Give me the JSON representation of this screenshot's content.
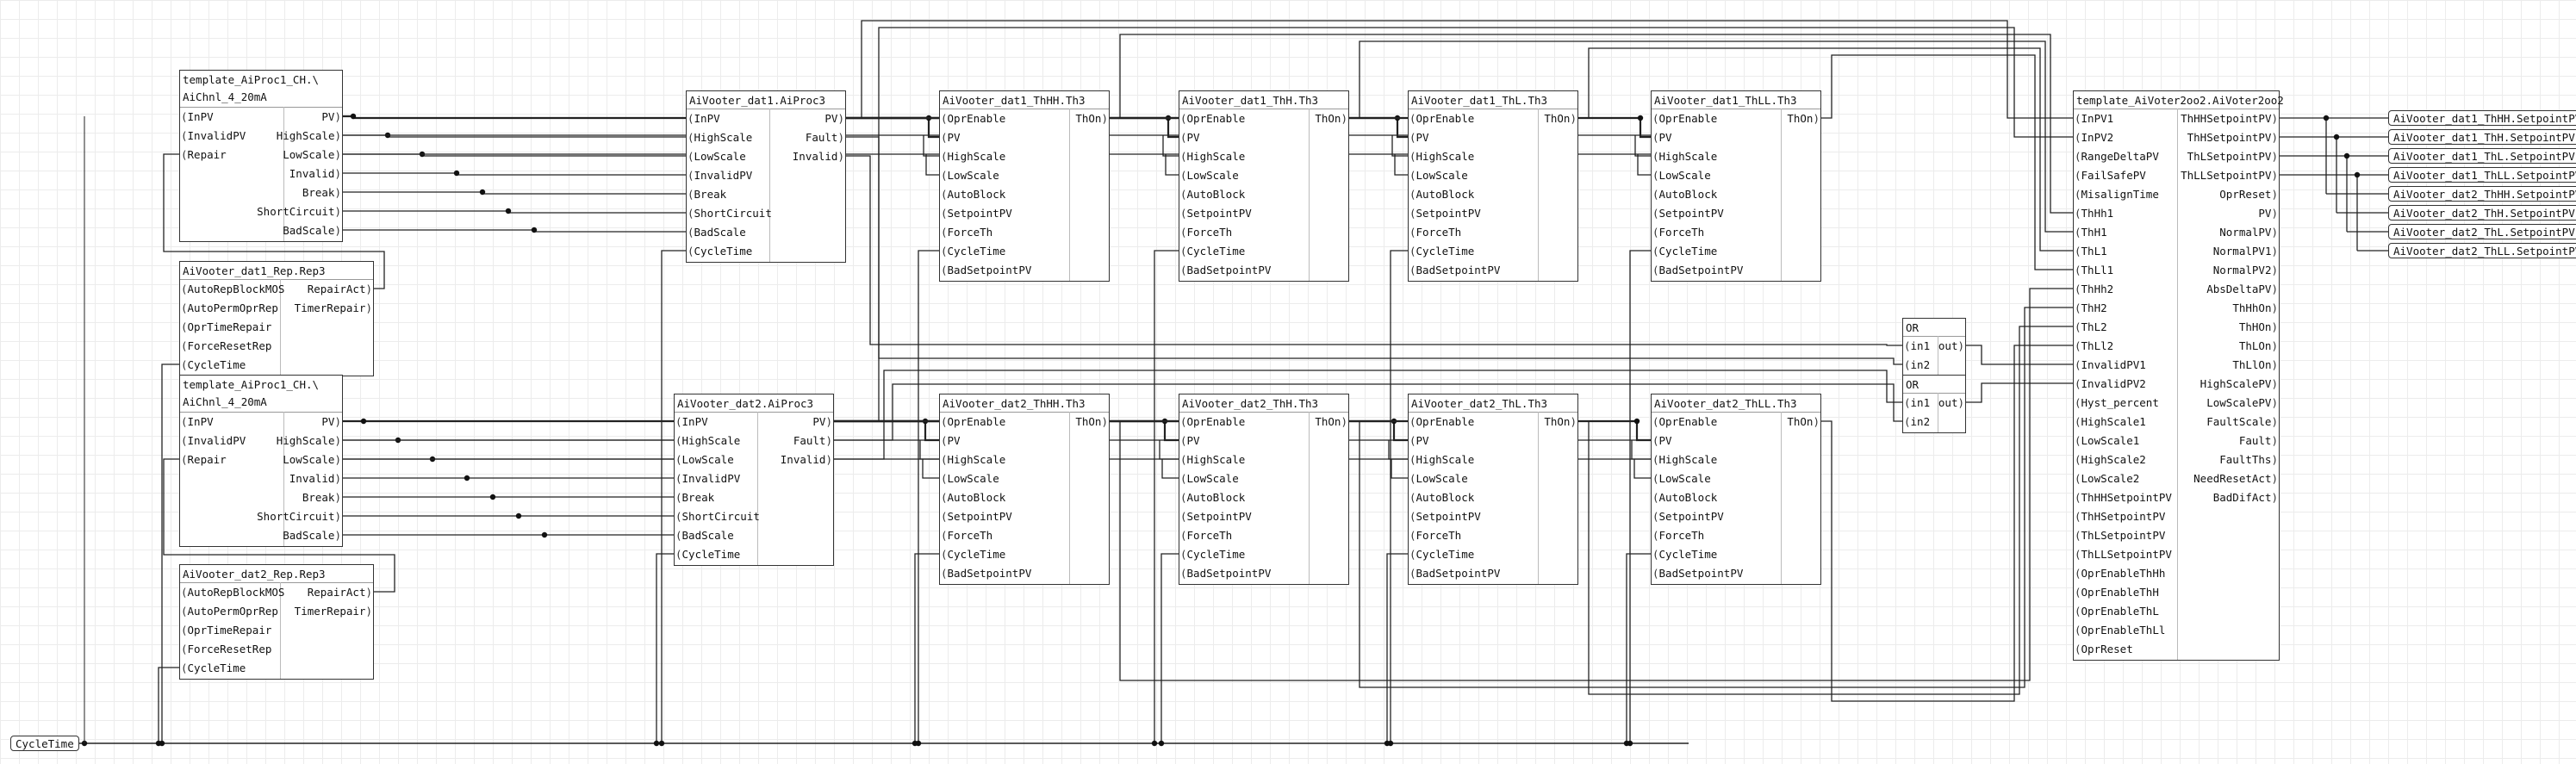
{
  "cycle_time_input": "CycleTime",
  "outputs": [
    "AiVooter_dat1_ThHH.SetpointPV",
    "AiVooter_dat1_ThH.SetpointPV",
    "AiVooter_dat1_ThL.SetpointPV",
    "AiVooter_dat1_ThLL.SetpointPV",
    "AiVooter_dat2_ThHH.SetpointPV",
    "AiVooter_dat2_ThH.SetpointPV",
    "AiVooter_dat2_ThL.SetpointPV",
    "AiVooter_dat2_ThLL.SetpointPV"
  ],
  "blocks": [
    {
      "id": "ch1",
      "title": [
        "template_AiProc1_CH.\\",
        "AiChnl_4_20mA"
      ],
      "in": [
        "InPV",
        "InvalidPV",
        "Repair"
      ],
      "out": [
        "PV",
        "HighScale",
        "LowScale",
        "Invalid",
        "Break",
        "ShortCircuit",
        "BadScale"
      ]
    },
    {
      "id": "rep1",
      "title": [
        "AiVooter_dat1_Rep.Rep3"
      ],
      "in": [
        "AutoRepBlockMOS",
        "AutoPermOprRep",
        "OprTimeRepair",
        "ForceResetRep",
        "CycleTime"
      ],
      "out": [
        "RepairAct",
        "TimerRepair"
      ]
    },
    {
      "id": "ch2",
      "title": [
        "template_AiProc1_CH.\\",
        "AiChnl_4_20mA"
      ],
      "in": [
        "InPV",
        "InvalidPV",
        "Repair"
      ],
      "out": [
        "PV",
        "HighScale",
        "LowScale",
        "Invalid",
        "Break",
        "ShortCircuit",
        "BadScale"
      ]
    },
    {
      "id": "rep2",
      "title": [
        "AiVooter_dat2_Rep.Rep3"
      ],
      "in": [
        "AutoRepBlockMOS",
        "AutoPermOprRep",
        "OprTimeRepair",
        "ForceResetRep",
        "CycleTime"
      ],
      "out": [
        "RepairAct",
        "TimerRepair"
      ]
    },
    {
      "id": "proc1",
      "title": [
        "AiVooter_dat1.AiProc3"
      ],
      "in": [
        "InPV",
        "HighScale",
        "LowScale",
        "InvalidPV",
        "Break",
        "ShortCircuit",
        "BadScale",
        "CycleTime"
      ],
      "out": [
        "PV",
        "Fault",
        "Invalid"
      ]
    },
    {
      "id": "proc2",
      "title": [
        "AiVooter_dat2.AiProc3"
      ],
      "in": [
        "InPV",
        "HighScale",
        "LowScale",
        "InvalidPV",
        "Break",
        "ShortCircuit",
        "BadScale",
        "CycleTime"
      ],
      "out": [
        "PV",
        "Fault",
        "Invalid"
      ]
    },
    {
      "id": "th1hh",
      "title": [
        "AiVooter_dat1_ThHH.Th3"
      ],
      "in": [
        "OprEnable",
        "PV",
        "HighScale",
        "LowScale",
        "AutoBlock",
        "SetpointPV",
        "ForceTh",
        "CycleTime",
        "BadSetpointPV"
      ],
      "out": [
        "ThOn"
      ]
    },
    {
      "id": "th1h",
      "title": [
        "AiVooter_dat1_ThH.Th3"
      ],
      "in": [
        "OprEnable",
        "PV",
        "HighScale",
        "LowScale",
        "AutoBlock",
        "SetpointPV",
        "ForceTh",
        "CycleTime",
        "BadSetpointPV"
      ],
      "out": [
        "ThOn"
      ]
    },
    {
      "id": "th1l",
      "title": [
        "AiVooter_dat1_ThL.Th3"
      ],
      "in": [
        "OprEnable",
        "PV",
        "HighScale",
        "LowScale",
        "AutoBlock",
        "SetpointPV",
        "ForceTh",
        "CycleTime",
        "BadSetpointPV"
      ],
      "out": [
        "ThOn"
      ]
    },
    {
      "id": "th1ll",
      "title": [
        "AiVooter_dat1_ThLL.Th3"
      ],
      "in": [
        "OprEnable",
        "PV",
        "HighScale",
        "LowScale",
        "AutoBlock",
        "SetpointPV",
        "ForceTh",
        "CycleTime",
        "BadSetpointPV"
      ],
      "out": [
        "ThOn"
      ]
    },
    {
      "id": "th2hh",
      "title": [
        "AiVooter_dat2_ThHH.Th3"
      ],
      "in": [
        "OprEnable",
        "PV",
        "HighScale",
        "LowScale",
        "AutoBlock",
        "SetpointPV",
        "ForceTh",
        "CycleTime",
        "BadSetpointPV"
      ],
      "out": [
        "ThOn"
      ]
    },
    {
      "id": "th2h",
      "title": [
        "AiVooter_dat2_ThH.Th3"
      ],
      "in": [
        "OprEnable",
        "PV",
        "HighScale",
        "LowScale",
        "AutoBlock",
        "SetpointPV",
        "ForceTh",
        "CycleTime",
        "BadSetpointPV"
      ],
      "out": [
        "ThOn"
      ]
    },
    {
      "id": "th2l",
      "title": [
        "AiVooter_dat2_ThL.Th3"
      ],
      "in": [
        "OprEnable",
        "PV",
        "HighScale",
        "LowScale",
        "AutoBlock",
        "SetpointPV",
        "ForceTh",
        "CycleTime",
        "BadSetpointPV"
      ],
      "out": [
        "ThOn"
      ]
    },
    {
      "id": "th2ll",
      "title": [
        "AiVooter_dat2_ThLL.Th3"
      ],
      "in": [
        "OprEnable",
        "PV",
        "HighScale",
        "LowScale",
        "AutoBlock",
        "SetpointPV",
        "ForceTh",
        "CycleTime",
        "BadSetpointPV"
      ],
      "out": [
        "ThOn"
      ]
    },
    {
      "id": "or1",
      "title": [
        "OR"
      ],
      "in": [
        "in1",
        "in2"
      ],
      "out": [
        "out"
      ]
    },
    {
      "id": "or2",
      "title": [
        "OR"
      ],
      "in": [
        "in1",
        "in2"
      ],
      "out": [
        "out"
      ]
    },
    {
      "id": "voter",
      "title": [
        "template_AiVoter2oo2.AiVoter2oo2"
      ],
      "in": [
        "InPV1",
        "InPV2",
        "RangeDeltaPV",
        "FailSafePV",
        "MisalignTime",
        "ThHh1",
        "ThH1",
        "ThL1",
        "ThLl1",
        "ThHh2",
        "ThH2",
        "ThL2",
        "ThLl2",
        "InvalidPV1",
        "InvalidPV2",
        "Hyst_percent",
        "HighScale1",
        "LowScale1",
        "HighScale2",
        "LowScale2",
        "ThHHSetpointPV",
        "ThHSetpointPV",
        "ThLSetpointPV",
        "ThLLSetpointPV",
        "OprEnableThHh",
        "OprEnableThH",
        "OprEnableThL",
        "OprEnableThLl",
        "OprReset"
      ],
      "out": [
        "ThHHSetpointPV",
        "ThHSetpointPV",
        "ThLSetpointPV",
        "ThLLSetpointPV",
        "OprReset",
        "PV",
        "NormalPV",
        "NormalPV1",
        "NormalPV2",
        "AbsDeltaPV",
        "ThHhOn",
        "ThHOn",
        "ThLOn",
        "ThLlOn",
        "HighScalePV",
        "LowScalePV",
        "FaultScale",
        "Fault",
        "FaultThs",
        "NeedResetAct",
        "BadDifAct"
      ]
    }
  ]
}
